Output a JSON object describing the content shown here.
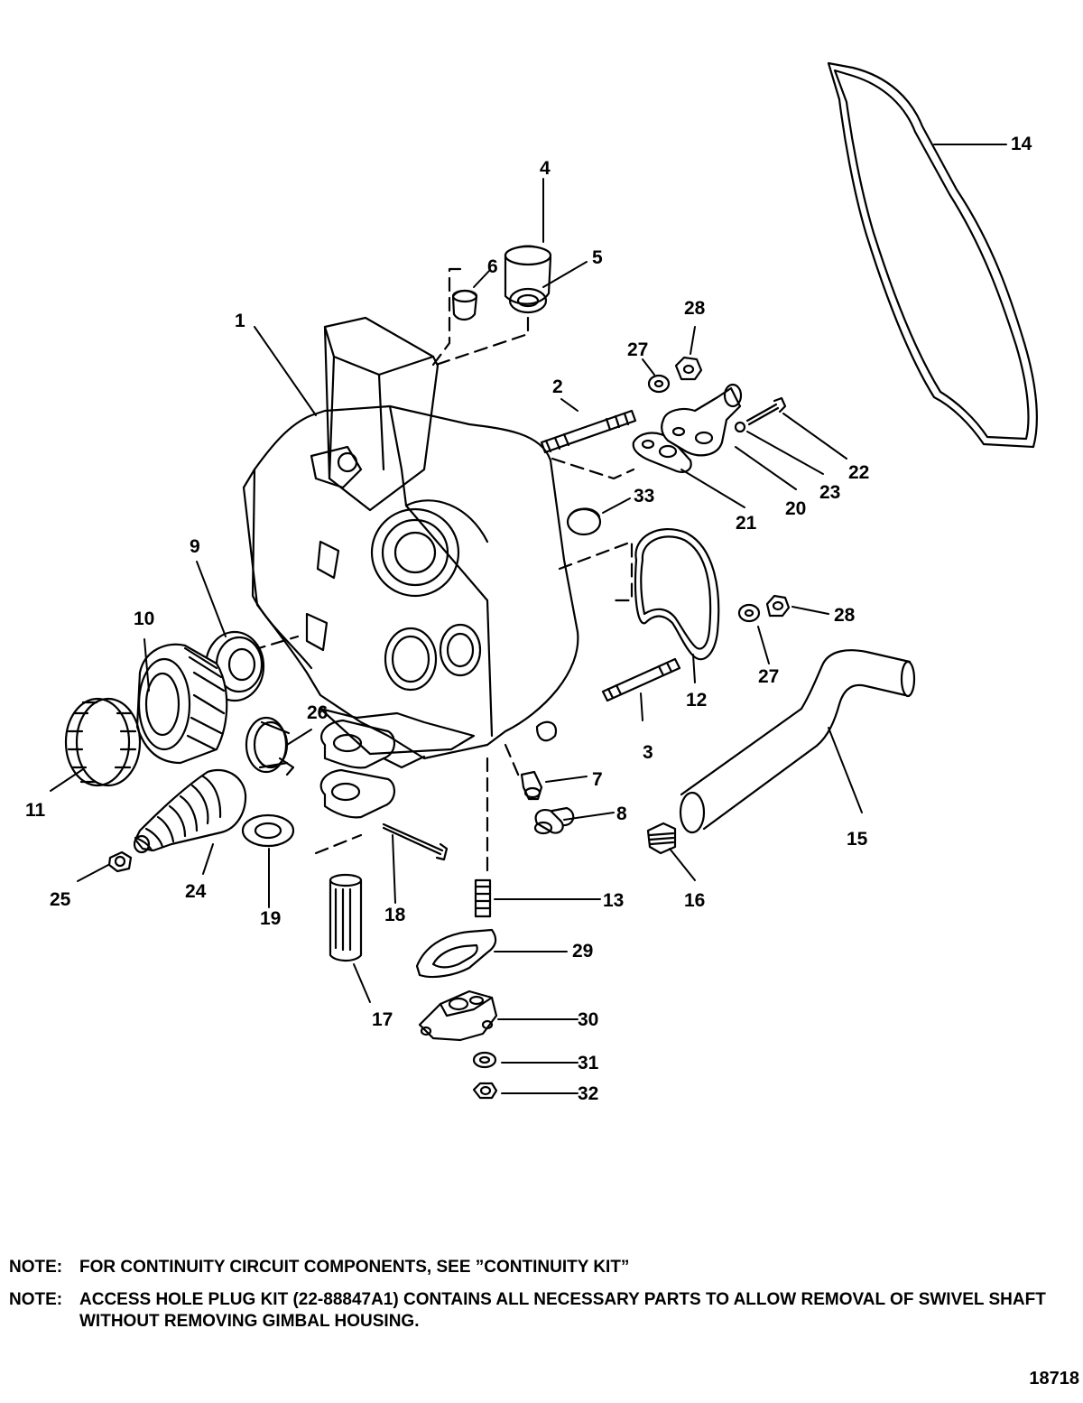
{
  "diagram": {
    "callouts": [
      "1",
      "2",
      "3",
      "4",
      "5",
      "6",
      "7",
      "8",
      "9",
      "10",
      "11",
      "12",
      "13",
      "14",
      "15",
      "16",
      "17",
      "18",
      "19",
      "20",
      "21",
      "22",
      "23",
      "24",
      "25",
      "26",
      "27",
      "28",
      "27",
      "28",
      "29",
      "30",
      "31",
      "32",
      "33"
    ]
  },
  "notes": [
    {
      "label": "NOTE:",
      "text": "FOR CONTINUITY CIRCUIT COMPONENTS, SEE ”CONTINUITY KIT”"
    },
    {
      "label": "NOTE:",
      "text": "ACCESS HOLE PLUG KIT (22-88847A1) CONTAINS ALL NECESSARY PARTS TO ALLOW REMOVAL OF SWIVEL SHAFT WITHOUT REMOVING GIMBAL HOUSING."
    }
  ],
  "figure_number": "18718"
}
